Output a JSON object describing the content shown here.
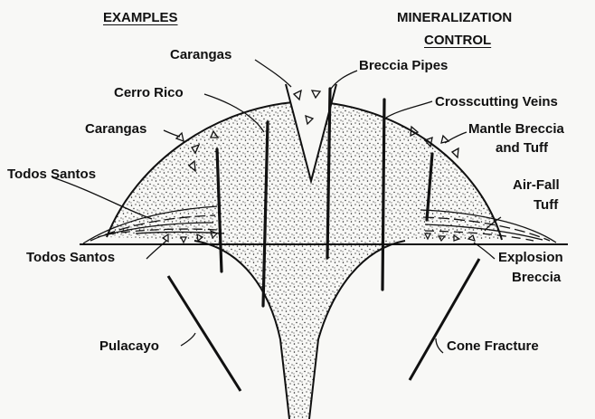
{
  "headers": {
    "examples": "EXAMPLES",
    "control_line1": "MINERALIZATION",
    "control_line2": "CONTROL"
  },
  "labels": {
    "carangas_top": "Carangas",
    "breccia_pipes": "Breccia Pipes",
    "cerro_rico": "Cerro Rico",
    "crosscutting_veins": "Crosscutting Veins",
    "carangas_left": "Carangas",
    "mantle_breccia_1": "Mantle Breccia",
    "mantle_breccia_2": "and Tuff",
    "todos_santos_upper": "Todos Santos",
    "air_fall_1": "Air-Fall",
    "air_fall_2": "Tuff",
    "todos_santos_lower": "Todos Santos",
    "explosion_1": "Explosion",
    "explosion_2": "Breccia",
    "pulacayo": "Pulacayo",
    "cone_fracture": "Cone Fracture"
  },
  "colors": {
    "ink": "#111111",
    "background": "#f8f8f6"
  }
}
